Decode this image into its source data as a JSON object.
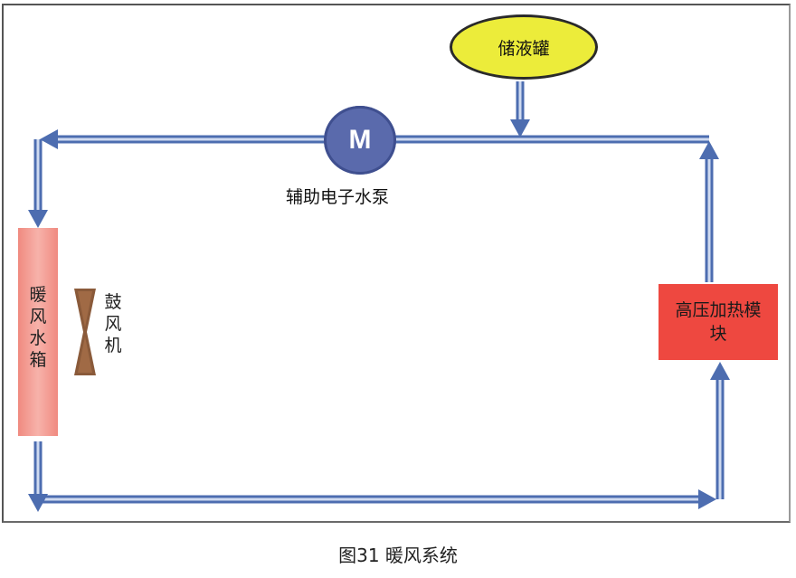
{
  "diagram": {
    "reservoir_label": "储液罐",
    "pump_symbol": "M",
    "pump_label": "辅助电子水泵",
    "heater_core_label": "暖风水箱",
    "blower_label": "鼓风机",
    "heater_module_label": "高压加热模块",
    "caption": "图31 暖风系统",
    "colors": {
      "pipe": "#4d6db0",
      "pipe_light": "#b8c7e6",
      "reservoir_fill": "#ecec3a",
      "pump_fill": "#5a6aac",
      "heater_core_fill": "#f08a80",
      "heater_module_fill": "#ee4840",
      "blower_fill": "#8a5a3a"
    }
  }
}
